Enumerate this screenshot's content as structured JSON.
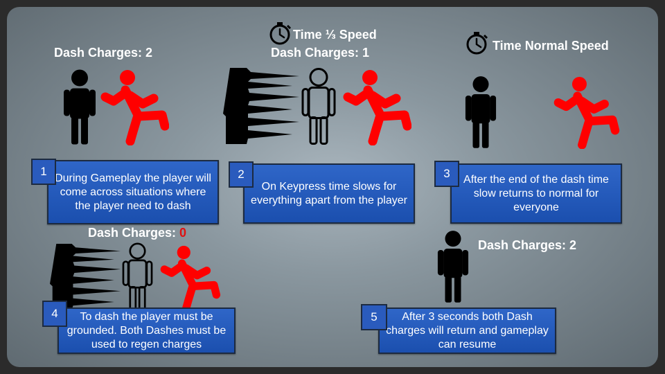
{
  "labels": {
    "dash_charges_2_top": "Dash Charges: 2",
    "time_third": "Time ⅓ Speed",
    "dash_charges_1": "Dash Charges: 1",
    "time_normal": "Time Normal Speed",
    "dash_charges_0_prefix": "Dash Charges: ",
    "dash_charges_0_value": "0",
    "dash_charges_2_bottom": "Dash Charges: 2"
  },
  "steps": [
    {
      "number": "1",
      "text": "During Gameplay the player will come across situations where the player need to dash"
    },
    {
      "number": "2",
      "text": "On Keypress time slows for everything apart from the player"
    },
    {
      "number": "3",
      "text": "After the end of the dash time slow returns to normal for everyone"
    },
    {
      "number": "4",
      "text": "To dash the player must be grounded. Both Dashes must be used to regen charges"
    },
    {
      "number": "5",
      "text": "After 3 seconds both Dash charges will return and gameplay can resume"
    }
  ],
  "icons": {
    "player": "player-figure-icon",
    "runner": "running-figure-icon",
    "outline": "outline-figure-icon",
    "dash_trail": "dash-trail-icon",
    "clock": "stopwatch-icon"
  },
  "colors": {
    "runner": "#ff0000",
    "player": "#000000",
    "box": "#2a5bbd",
    "zero_charges": "#e01010"
  }
}
